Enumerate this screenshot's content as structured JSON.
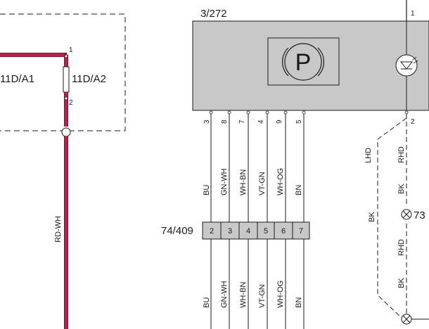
{
  "colors": {
    "red_wire": "#b5244a",
    "red_wire_edge": "#7a1630",
    "box_fill": "#c8c8c8",
    "connector_fill": "#c8c8c8",
    "line": "#1a1a1a"
  },
  "left_module": {
    "fuse_a_label": "11D/A1",
    "fuse_b_label": "11D/A2",
    "pin_1": "1",
    "pin_2": "2",
    "wire_label": "RD-WH"
  },
  "control_module": {
    "id": "3/272",
    "icon_symbol": "P",
    "lamp_icon": "led-lamp-icon",
    "pin_top": "1",
    "pin_bottom": "2",
    "pins": [
      "3",
      "8",
      "7",
      "4",
      "9",
      "5"
    ]
  },
  "wires_upper": [
    "BU",
    "GN-WH",
    "WH-BN",
    "VT-GN",
    "WH-OG",
    "BN"
  ],
  "connector": {
    "id": "74/409",
    "pins": [
      "2",
      "3",
      "4",
      "5",
      "6",
      "7"
    ]
  },
  "wires_lower": [
    "BU",
    "GN-WH",
    "WH-BN",
    "VT-GN",
    "WH-OG",
    "BN"
  ],
  "ground_branch": {
    "lhd_label": "LHD",
    "rhd_label_1": "RHD",
    "bk_label_1": "BK",
    "bk_label_left": "BK",
    "ground_point": "73",
    "rhd_label_2": "RHD",
    "bk_label_2": "BK"
  }
}
